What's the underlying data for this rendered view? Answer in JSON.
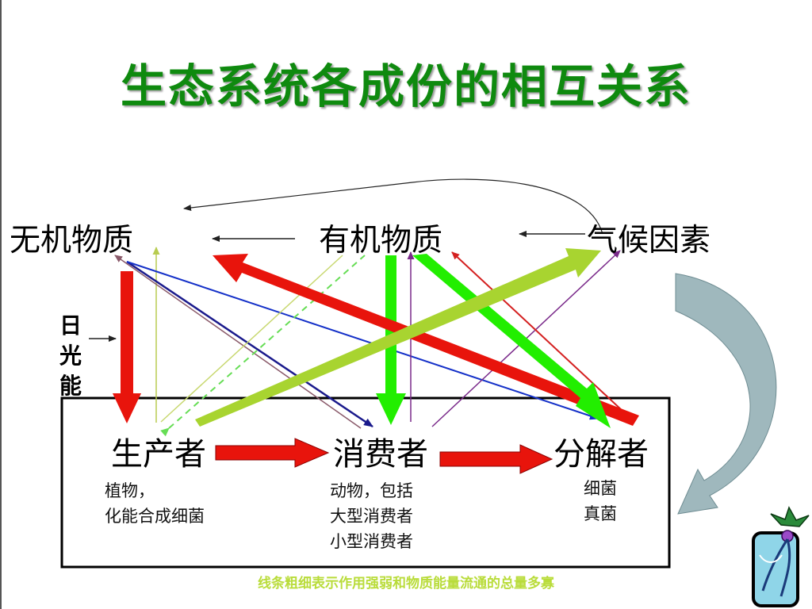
{
  "title": "生态系统各成份的相互关系",
  "top_nodes": {
    "inorganic": "无机物质",
    "organic": "有机物质",
    "climate": "气候因素"
  },
  "sunlight": "日光能",
  "components": {
    "producer": "生产者",
    "consumer": "消费者",
    "decomposer": "分解者"
  },
  "examples": {
    "producer": [
      "植物，",
      "化能合成细菌"
    ],
    "consumer": [
      "动物，包括",
      "大型消费者",
      "小型消费者"
    ],
    "decomposer": [
      "细菌",
      "真菌"
    ]
  },
  "footnote": "线条粗细表示作用强弱和物质能量流通的总量多寡",
  "colors": {
    "title": "#0f8a0f",
    "strong_red": "#e8140c",
    "bright_green": "#22ee00",
    "yellow_green": "#a8d430",
    "navy": "#1a1a8c",
    "curved_arrow": "#9fb8bd"
  }
}
